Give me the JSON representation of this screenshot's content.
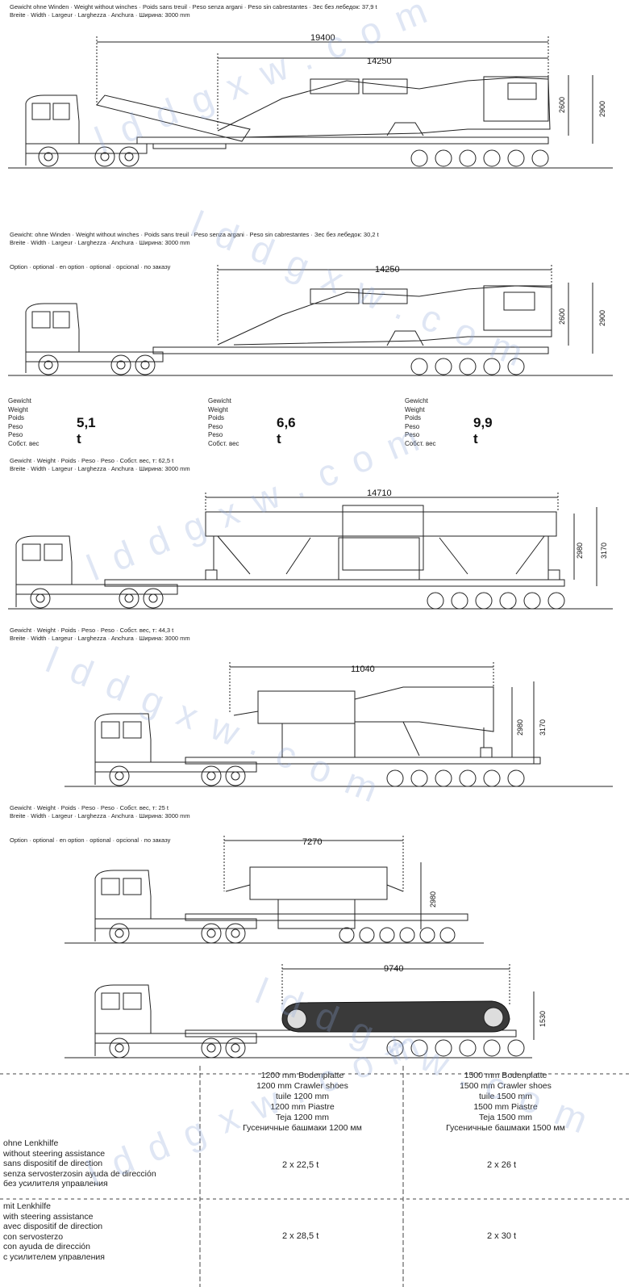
{
  "sections": [
    {
      "id": "s1",
      "caption1": "Gewicht ohne Winden · Weight without winches · Poids sans treuil · Peso senza argani · Peso sin cabrestantes · Зес без лебедок: 37,9 t",
      "caption2": "Breite · Width · Largeur · Larghezza · Anchura · Ширина: 3000 mm",
      "dims": [
        "19400",
        "14250",
        "2600",
        "2900"
      ]
    },
    {
      "id": "s2",
      "caption1": "Gewicht: ohne Winden · Weight without winches · Poids sans treuil · Peso senza argani · Peso sin cabrestantes · Зес без лебедок: 30,2 t",
      "caption2": "Breite · Width · Largeur · Larghezza · Anchura · Ширина: 3000 mm",
      "option": "Option · optional · en option · optional · opcional · по заказу",
      "dims": [
        "14250",
        "2600",
        "2900"
      ]
    },
    {
      "id": "s3",
      "caption1": "Gewicht · Weight · Poids · Peso · Peso · Собст. вес, т: 62,5 t",
      "caption2": "Breite · Width · Largeur · Larghezza · Anchura · Ширина: 3000 mm",
      "dims": [
        "14710",
        "2980",
        "3170"
      ]
    },
    {
      "id": "s4",
      "caption1": "Gewicht · Weight · Poids · Peso · Peso · Собст. вес, т: 44,3 t",
      "caption2": "Breite · Width · Largeur · Larghezza · Anchura · Ширина: 3000 mm",
      "dims": [
        "11040",
        "2980",
        "3170"
      ]
    },
    {
      "id": "s5",
      "caption1": "Gewicht · Weight · Poids · Peso · Peso · Собст. вес, т: 25 t",
      "caption2": "Breite · Width · Largeur · Larghezza · Anchura · Ширина: 3000 mm",
      "option": "Option · optional · en option · optional · opcional · по заказу",
      "dims": [
        "7270",
        "2980"
      ]
    },
    {
      "id": "s6",
      "dims": [
        "9740",
        "1530"
      ]
    }
  ],
  "weights": {
    "labels": [
      "Gewicht",
      "Weight",
      "Poids",
      "Peso",
      "Peso",
      "Собст. вес"
    ],
    "values": [
      "5,1 t",
      "6,6 t",
      "9,9 t"
    ]
  },
  "table": {
    "col1": [
      "1200 mm Bodenplatte",
      "1200 mm Crawler shoes",
      "tuile 1200 mm",
      "1200 mm Piastre",
      "Teja 1200 mm",
      "Гусеничные башмаки 1200 мм"
    ],
    "col2": [
      "1500 mm Bodenplatte",
      "1500 mm Crawler shoes",
      "tuile 1500 mm",
      "1500 mm Piastre",
      "Teja 1500 mm",
      "Гусеничные башмаки 1500 мм"
    ],
    "row1": [
      "ohne Lenkhilfe",
      "without steering assistance",
      "sans dispositif de direction",
      "senza servosterzosin ayuda de dirección",
      "без усилителя управления"
    ],
    "row1_vals": [
      "2 x 22,5 t",
      "2 x 26 t"
    ],
    "row2": [
      "mit Lenkhilfe",
      "with steering assistance",
      "avec dispositif de direction",
      "con servosterzo",
      "con ayuda de dirección",
      "с усилителем управления"
    ],
    "row2_vals": [
      "2 x 28,5 t",
      "2 x 30 t"
    ]
  },
  "watermark": "lddgxw.com"
}
